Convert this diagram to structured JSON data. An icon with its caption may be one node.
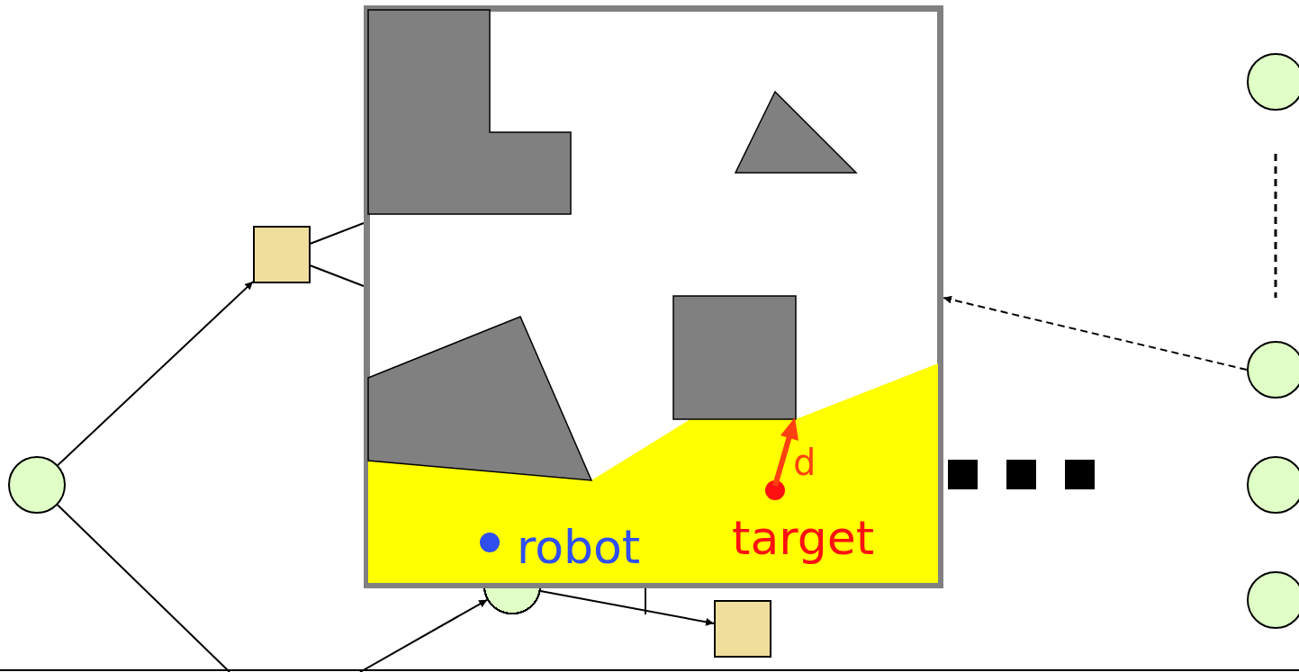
{
  "diagram": {
    "nodes": [
      {
        "text": [],
        "shape": "circle"
      },
      {
        "text": [],
        "shape": "box"
      },
      {
        "text": [],
        "shape": "circle"
      },
      {
        "text": [],
        "shape": "box"
      },
      {
        "text": [],
        "shape": "picture"
      },
      {
        "text": [],
        "shape": "circle"
      },
      {
        "text": [],
        "shape": "circle"
      },
      {
        "text": [],
        "shape": "circle"
      },
      {
        "text": [],
        "shape": "circle"
      }
    ],
    "edges": [
      {
        "from": 0,
        "to": 1,
        "arrow": "to"
      },
      {
        "from": 0,
        "to": null,
        "arrow": "none"
      },
      {
        "from": null,
        "to": 2,
        "arrow": "to"
      },
      {
        "from": 1,
        "to": 4,
        "arrow": "none"
      },
      {
        "from": 1,
        "to": 4,
        "arrow": "none"
      },
      {
        "from": 2,
        "to": 3,
        "arrow": "to"
      },
      {
        "from": 4,
        "to": null,
        "arrow": "none"
      },
      {
        "from": 6,
        "to": 4,
        "arrow": "to",
        "style": "dashed"
      }
    ],
    "labels": [
      "robot",
      "target",
      "d"
    ]
  }
}
